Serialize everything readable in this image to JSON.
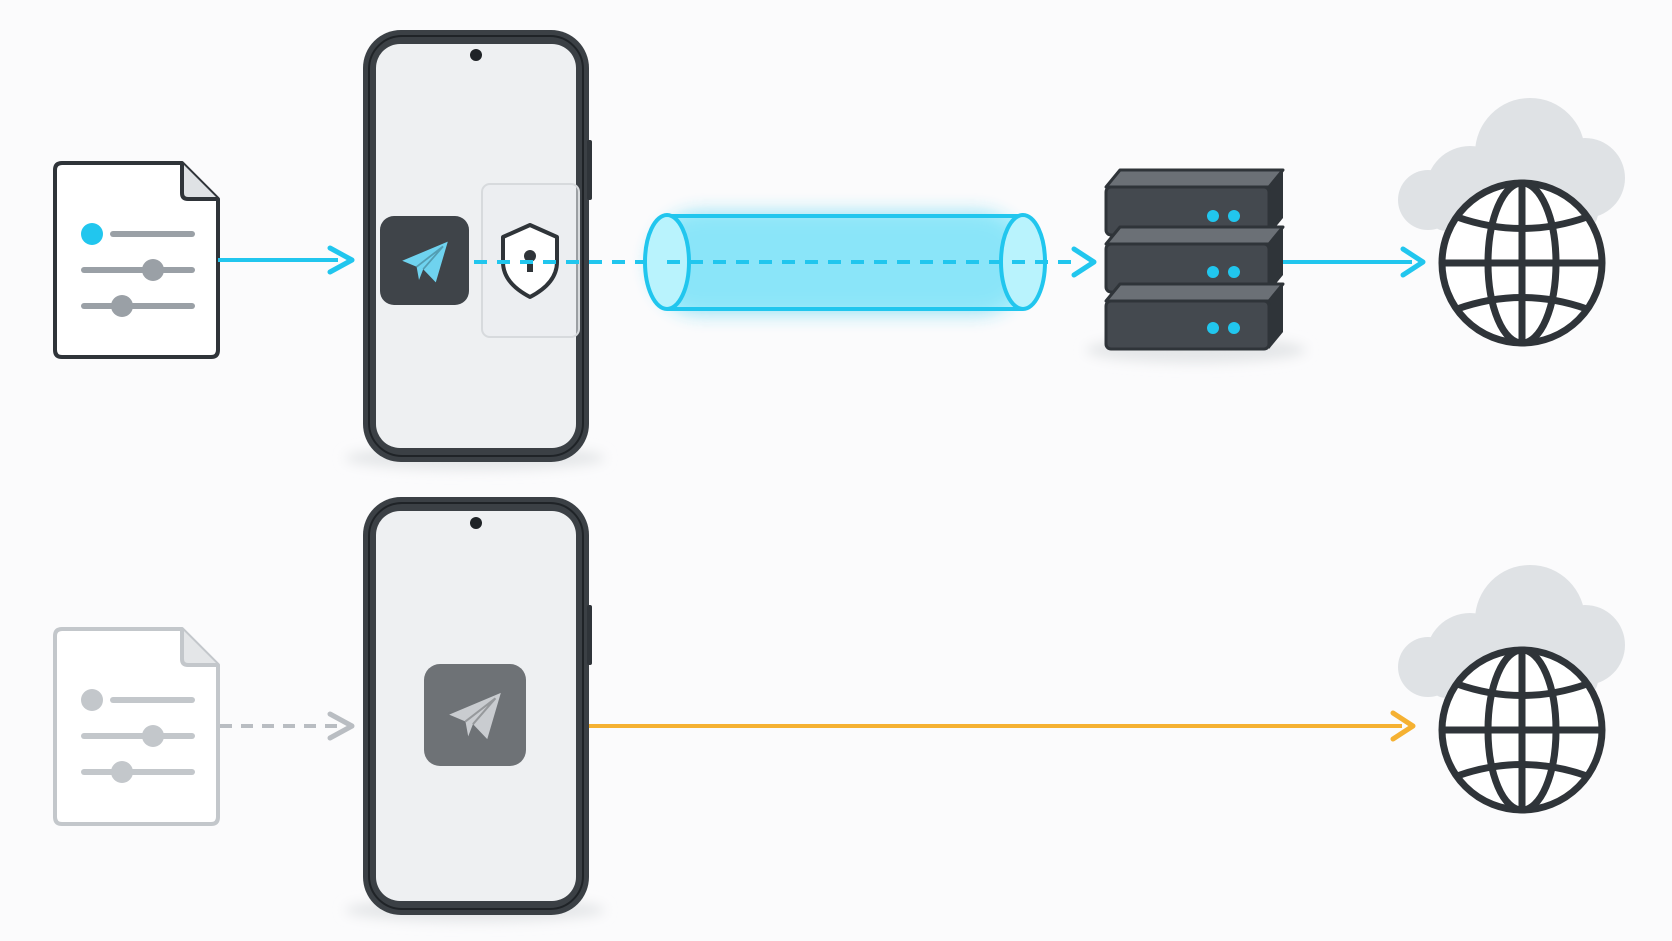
{
  "colors": {
    "background": "#fbfbfc",
    "outline": "#2f3439",
    "screen": "#eef0f2",
    "device_body": "#3b4045",
    "accent_cyan": "#21c6ee",
    "tunnel_fill": "#7fe8fb",
    "accent_orange": "#f5b132",
    "muted_gray": "#b9bdc2",
    "cloud": "#dfe2e5",
    "app_icon_dark": "#3f4449",
    "app_icon_gray": "#6e7276",
    "server_body": "#44494f"
  },
  "rows": [
    {
      "id": "proxied",
      "flow": [
        "config-file-icon",
        "phone",
        "messenger-app-icon",
        "shield-lock-icon",
        "encrypted-tunnel",
        "server-stack-icon",
        "internet-globe-icon"
      ],
      "config_style": "active",
      "config_arrow": "solid-cyan",
      "link_style": "dashed-cyan",
      "exit_arrow": "solid-cyan"
    },
    {
      "id": "direct",
      "flow": [
        "config-file-icon",
        "phone",
        "messenger-app-icon",
        "internet-globe-icon"
      ],
      "config_style": "inactive",
      "config_arrow": "dashed-gray",
      "link_style": "solid-orange"
    }
  ],
  "icons": {
    "config": "config-file-icon",
    "phone": "smartphone-icon",
    "app": "paper-plane-icon",
    "shield": "shield-lock-icon",
    "tunnel": "tunnel-pipe-icon",
    "server": "server-stack-icon",
    "globe": "globe-icon",
    "cloud": "cloud-icon"
  }
}
